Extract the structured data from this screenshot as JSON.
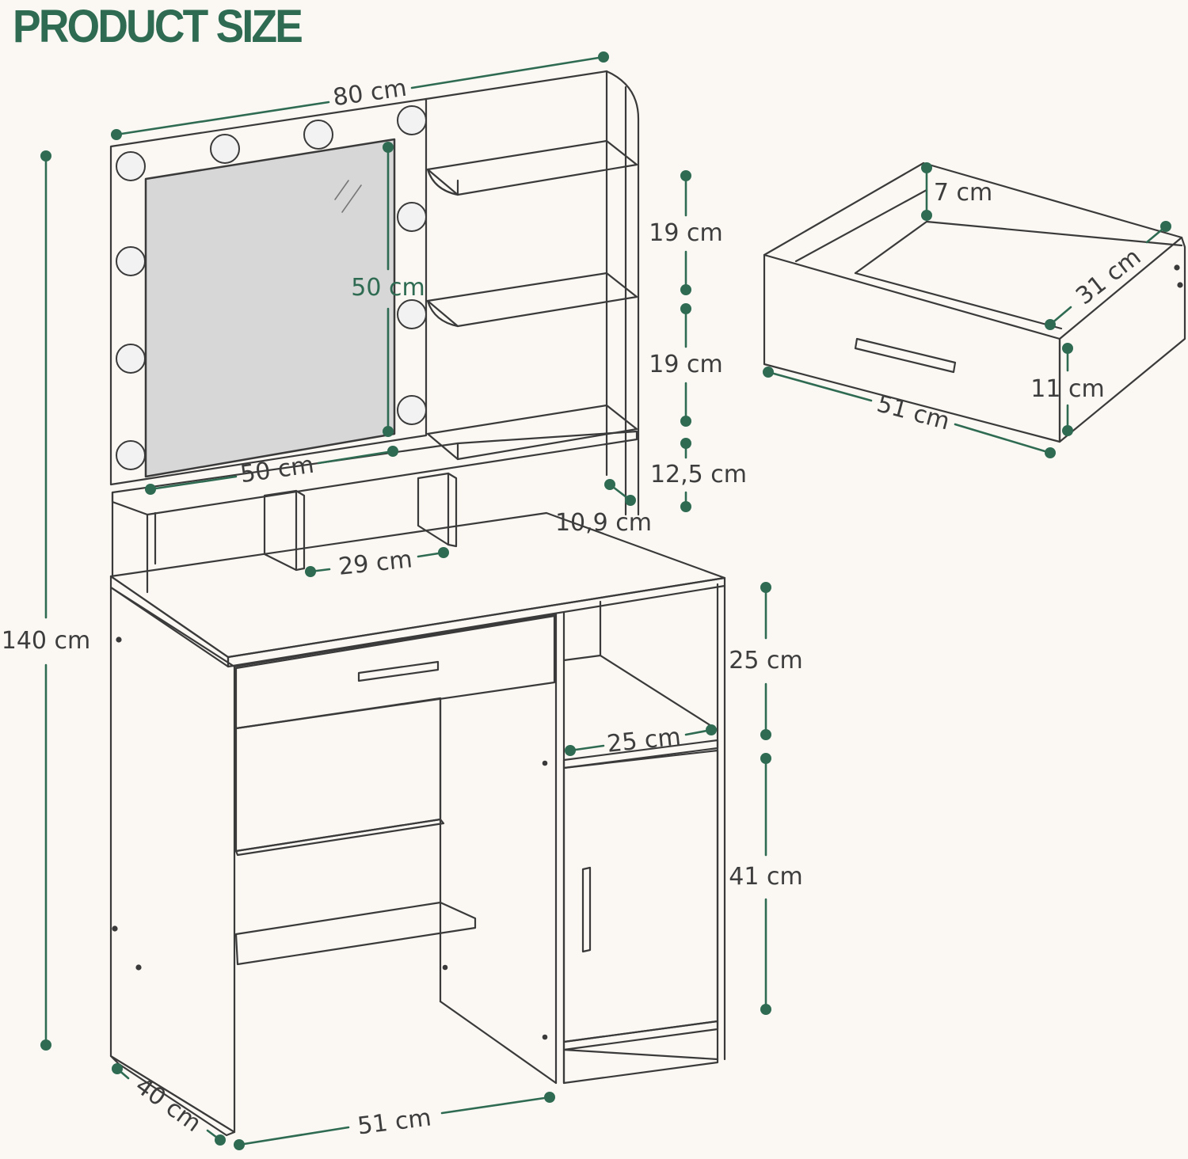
{
  "title": "PRODUCT SIZE",
  "colors": {
    "title": "#2e6b52",
    "dimension_line": "#2e6b52",
    "dot": "#2e6b52",
    "label": "#3d3d3d",
    "label_accent": "#2e6b52",
    "outline": "#3a3a3a",
    "mirror": "#d7d7d7",
    "bulb": "#f2f2f2"
  },
  "dimensions": {
    "top_width": "80 cm",
    "total_height": "140 cm",
    "mirror_height": "50 cm",
    "mirror_width": "50 cm",
    "shelf_1": "19 cm",
    "shelf_2": "19 cm",
    "shelf_3": "12,5 cm",
    "shelf_depth": "10,9 cm",
    "cubby_width": "29 cm",
    "open_compartment_height": "25 cm",
    "open_compartment_width": "25 cm",
    "cabinet_height": "41 cm",
    "depth": "40 cm",
    "width": "51 cm"
  },
  "drawer": {
    "inner_height": "7 cm",
    "depth": "31 cm",
    "front_height": "11 cm",
    "width": "51 cm"
  },
  "icons": {
    "mirror_glare": "glare-lines-icon",
    "bulb": "vanity-bulb-icon"
  }
}
